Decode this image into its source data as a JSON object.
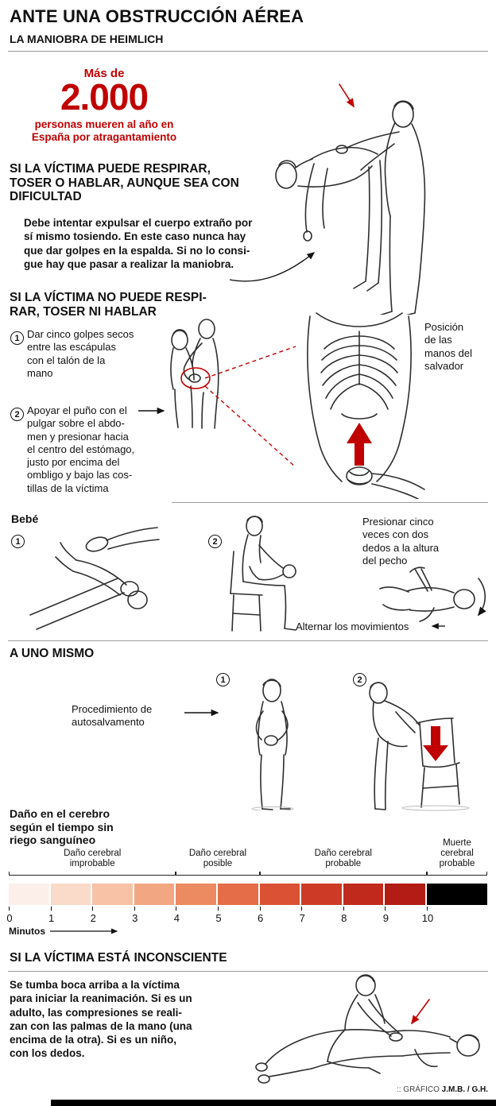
{
  "colors": {
    "accent_red": "#c00000",
    "text": "#111111",
    "divider": "#9a9a9a",
    "footer_bar": "#000000"
  },
  "header": {
    "title": "ANTE UNA OBSTRUCCIÓN AÉREA",
    "subtitle": "LA MANIOBRA DE HEIMLICH"
  },
  "stat": {
    "prefix": "Más de",
    "number": "2.000",
    "caption": "personas mueren al año en\nEspaña por atragantamiento"
  },
  "can_breathe": {
    "heading": "SI LA VÍCTIMA PUEDE RESPIRAR,\nTOSER O HABLAR, AUNQUE SEA CON\nDIFICULTAD",
    "body": "Debe intentar expulsar el cuerpo extraño por\nsí mismo tosiendo. En este caso nunca hay\nque dar golpes en la espalda. Si no lo consi-\ngue hay que pasar a realizar la maniobra."
  },
  "cannot_breathe": {
    "heading": "SI LA VÍCTIMA NO PUEDE RESPI-\nRAR, TOSER NI HABLAR",
    "step1_num": "1",
    "step1_text": "Dar cinco golpes secos\nentre las escápulas\ncon el talón de la\nmano",
    "step2_num": "2",
    "step2_text": "Apoyar el puño con el\npulgar sobre el abdo-\nmen y presionar hacia\nel centro del estómago,\njusto por encima del\nombligo y bajo las cos-\ntillas de la víctima",
    "hands_label": "Posición\nde las\nmanos del\nsalvador"
  },
  "baby": {
    "label": "Bebé",
    "step1_num": "1",
    "step2_num": "2",
    "press_note": "Presionar cinco\nveces con dos\ndedos a la altura\ndel pecho",
    "alternate_note": "Alternar los movimientos"
  },
  "self_rescue": {
    "heading": "A UNO MISMO",
    "step1_num": "1",
    "step2_num": "2",
    "label": "Procedimiento de\nautosalvamento"
  },
  "chart_data": {
    "type": "heatmap",
    "title": "Daño en el cerebro según el tiempo sin riego sanguíneo",
    "title_display": "Daño en el cerebro\nsegún el tiempo sin\nriego sanguíneo",
    "xlabel": "Minutos",
    "x_range": [
      0,
      10
    ],
    "x_ticks": [
      "0",
      "1",
      "2",
      "3",
      "4",
      "5",
      "6",
      "7",
      "8",
      "9",
      "10"
    ],
    "grid": false,
    "zones": [
      {
        "label": "Daño cerebral improbable",
        "label_display": "Daño cerebral\nimprobable",
        "from": 0,
        "to": 4
      },
      {
        "label": "Daño cerebral posible",
        "label_display": "Daño cerebral\nposible",
        "from": 4,
        "to": 6
      },
      {
        "label": "Daño cerebral probable",
        "label_display": "Daño cerebral\nprobable",
        "from": 6,
        "to": 10
      },
      {
        "label": "Muerte cerebral probable",
        "label_display": "Muerte\ncerebral\nprobable",
        "from": 10,
        "to": 11.4
      }
    ],
    "segment_colors": [
      "#fcefe9",
      "#fadbc9",
      "#f7c2a6",
      "#f2a782",
      "#ec8a61",
      "#e56d47",
      "#da5233",
      "#cd3b26",
      "#c02a1d",
      "#b31b15",
      "#000000"
    ]
  },
  "unconscious": {
    "heading": "SI LA VÍCTIMA ESTÁ INCONSCIENTE",
    "body": "Se tumba boca arriba a la víctima\npara iniciar la reanimación. Si es un\nadulto, las compresiones se reali-\nzan con las palmas de la mano (una\nencima de la otra). Si es un niño,\ncon los dedos."
  },
  "credit": {
    "prefix": ":: GRÁFICO",
    "names": "J.M.B. / G.H."
  }
}
